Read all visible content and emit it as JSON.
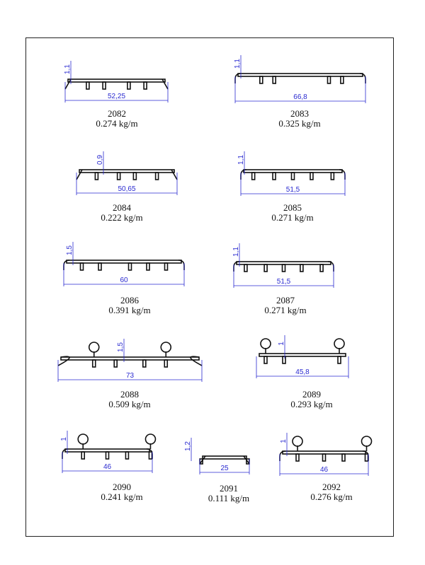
{
  "profiles": [
    {
      "code": "2082",
      "weight": "0.274 kg/m",
      "width": "52,25",
      "thickness": "1,1"
    },
    {
      "code": "2083",
      "weight": "0.325 kg/m",
      "width": "66,8",
      "thickness": "1,1"
    },
    {
      "code": "2084",
      "weight": "0.222 kg/m",
      "width": "50,65",
      "thickness": "0,9"
    },
    {
      "code": "2085",
      "weight": "0.271 kg/m",
      "width": "51,5",
      "thickness": "1,1"
    },
    {
      "code": "2086",
      "weight": "0.391 kg/m",
      "width": "60",
      "thickness": "1,5"
    },
    {
      "code": "2087",
      "weight": "0.271 kg/m",
      "width": "51,5",
      "thickness": "1,1"
    },
    {
      "code": "2088",
      "weight": "0.509 kg/m",
      "width": "73",
      "thickness": "1,5"
    },
    {
      "code": "2089",
      "weight": "0.293 kg/m",
      "width": "45,8",
      "thickness": "1"
    },
    {
      "code": "2090",
      "weight": "0.241 kg/m",
      "width": "46",
      "thickness": "1"
    },
    {
      "code": "2091",
      "weight": "0.111 kg/m",
      "width": "25",
      "thickness": "1,2"
    },
    {
      "code": "2092",
      "weight": "0.276 kg/m",
      "width": "46",
      "thickness": "1"
    }
  ]
}
